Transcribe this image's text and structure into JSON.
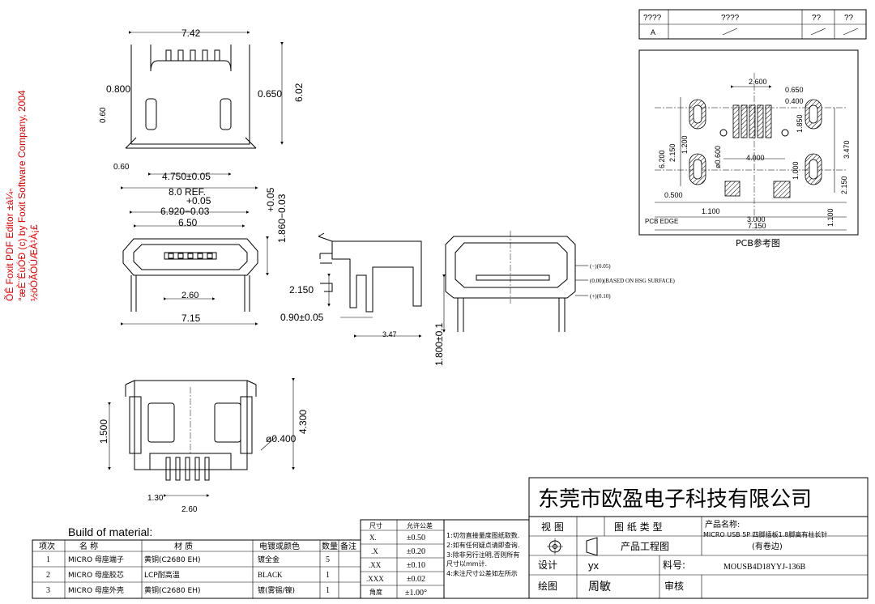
{
  "watermark": {
    "line1": "ÕÊ Foxit PDF Editor ±à¼-",
    "line2": "°æÈ¨ËùÓÐ (c) by Foxit Software Company, 2004",
    "line3": "½öÓÃÓÚÆÀ¹À¡£"
  },
  "revision_table": {
    "headers": [
      "????",
      "????",
      "??",
      "??"
    ],
    "row": [
      "A",
      "",
      "",
      ""
    ]
  },
  "pcb": {
    "caption": "PCB参考图",
    "edge_label": "PCB  EDGE",
    "dims": [
      "2.600",
      "0.650",
      "0.400",
      "1.850",
      "3.470",
      "6.200",
      "2.150",
      "1.200",
      "ø0.600",
      "4.000",
      "1.000",
      "0.500",
      "2.150",
      "1.100",
      "3.000",
      "1.100",
      "7.150"
    ]
  },
  "top_view": {
    "dims": [
      "7.42",
      "0.800",
      "0.650",
      "6.02",
      "0.60",
      "0.60",
      "4.750±0.05"
    ]
  },
  "front_view": {
    "dims": [
      "8.0 REF.",
      "+0.05",
      "6.920−0.03",
      "6.50",
      "+0.05",
      "1.860−0.03",
      "2.60",
      "7.15"
    ]
  },
  "side_view": {
    "dims": [
      "2.150",
      "0.90±0.05",
      "3.47"
    ]
  },
  "rear_view": {
    "notes": [
      "(−)(0.05)",
      "(0.00)(BASED ON HSG SURFACE)",
      "(+)(0.10)"
    ],
    "dims": [
      "1.800±0.1"
    ]
  },
  "bottom_view": {
    "dims": [
      "1.500",
      "ø0.400",
      "4.300",
      "1.30",
      "2.60"
    ]
  },
  "bom": {
    "title": "Build of material:",
    "headers": [
      "项次",
      "名      称",
      "材      质",
      "电镀或颜色",
      "数量",
      "备注"
    ],
    "rows": [
      [
        "1",
        "MICRO 母座端子",
        "黄铜(C2680 EH)",
        "镀全金",
        "5",
        ""
      ],
      [
        "2",
        "MICRO 母座胶芯",
        "LCP耐高温",
        "BLACK",
        "1",
        ""
      ],
      [
        "3",
        "MICRO 母座外壳",
        "黄铜(C2680 EH)",
        "镀(雾锡/镍)",
        "1",
        ""
      ]
    ]
  },
  "tolerance": {
    "headers": [
      "尺寸",
      "允许公差"
    ],
    "rows": [
      [
        "X.",
        "±0.50"
      ],
      [
        ".X",
        "±0.20"
      ],
      [
        ".XX",
        "±0.10"
      ],
      [
        ".XXX",
        "±0.02"
      ],
      [
        "角度",
        "±1.00°"
      ]
    ],
    "notes": [
      "1:切勿直接量度图纸取数.",
      "2:如有任何疑点请即查询.",
      "3:除非另行注明,否则所有",
      "   尺寸以mm计.",
      "4:未注尺寸公差如左所示"
    ]
  },
  "title_block": {
    "company": "东莞市欧盈电子科技有限公司",
    "view_label": "视    图",
    "drawing_type_label": "图 纸 类 型",
    "drawing_type": "产品工程图",
    "product_name_label": "产品名称:",
    "product_name": "MICRO USB 5P 四脚插板1.8脚高有柱长针",
    "product_name2": "(有卷边)",
    "designer_label": "设计",
    "designer": "yx",
    "part_no_label": "料号:",
    "part_no": "MOUSB4D18YYJ-136B",
    "drafter_label": "绘图",
    "drafter": "周敏",
    "reviewer_label": "审核"
  }
}
